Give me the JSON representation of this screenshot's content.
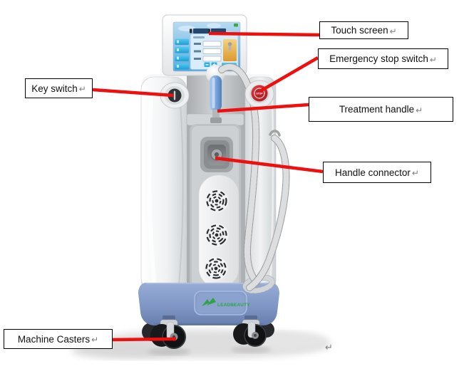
{
  "figure": {
    "background": "#ffffff",
    "return_mark": "↵",
    "trailing_return_mark": "↵"
  },
  "callouts": [
    {
      "id": "touch-screen",
      "label": "Touch screen"
    },
    {
      "id": "emergency-stop-switch",
      "label": "Emergency stop switch"
    },
    {
      "id": "key-switch",
      "label": "Key switch"
    },
    {
      "id": "treatment-handle",
      "label": "Treatment handle"
    },
    {
      "id": "handle-connector",
      "label": "Handle connector"
    },
    {
      "id": "machine-casters",
      "label": "Machine Casters"
    }
  ],
  "machine": {
    "brand": "LEADBEAUTY",
    "emergency_stop_text": "STOP",
    "colors": {
      "leader_red": "#ee0f0f",
      "stop_red": "#c6221f",
      "logo_green": "#2fa344",
      "button_cyan": "#2fb0e2",
      "base_blue": "#8098c6",
      "handle_blue": "#6d9bd4",
      "screen_blue": "#79bce6"
    }
  }
}
